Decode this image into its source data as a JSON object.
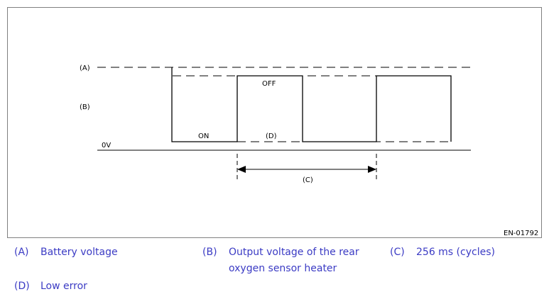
{
  "figure": {
    "labels": {
      "a": "(A)",
      "b": "(B)",
      "zero": "0V",
      "on": "ON",
      "off": "OFF",
      "d": "(D)",
      "c": "(C)"
    },
    "figure_id": "EN-01792",
    "line_color": "#000000"
  },
  "legend": {
    "color": "#3b3bc4",
    "items": [
      {
        "key": "(A)",
        "text": "Battery voltage"
      },
      {
        "key": "(B)",
        "text_line1": "Output voltage of the rear",
        "text_line2": "oxygen sensor heater"
      },
      {
        "key": "(C)",
        "text": "256 ms (cycles)"
      },
      {
        "key": "(D)",
        "text": "Low error"
      }
    ]
  }
}
